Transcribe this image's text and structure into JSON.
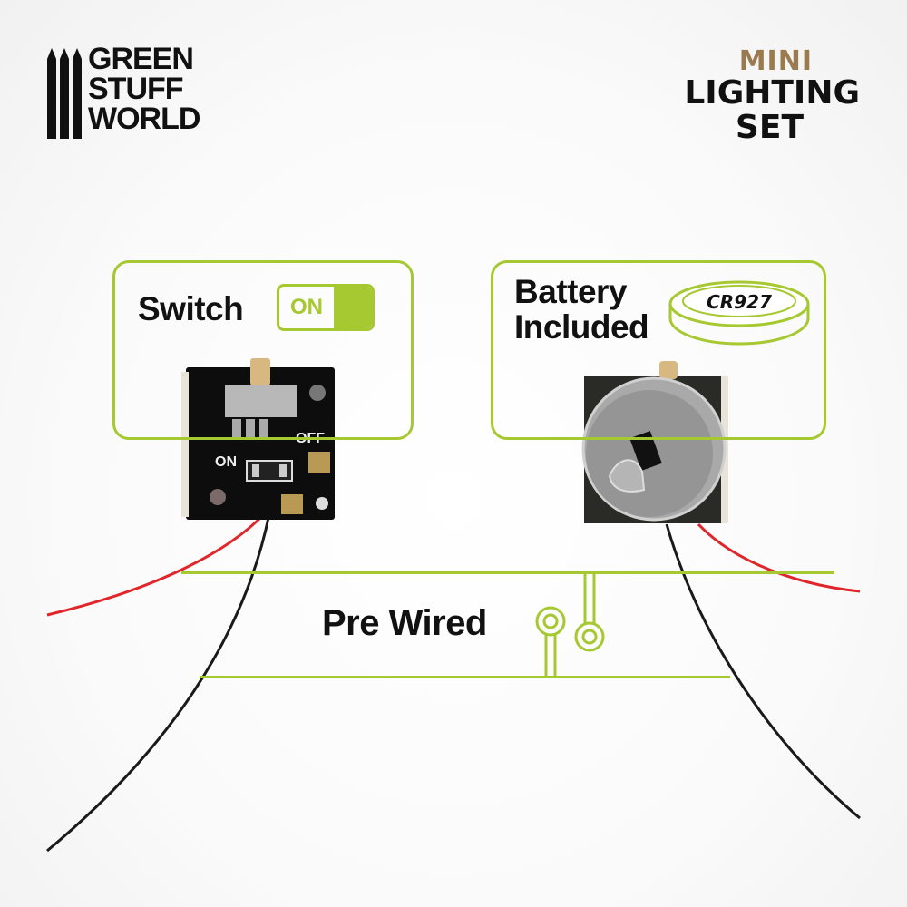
{
  "brand": {
    "logo_lines": [
      "GREEN",
      "STUFF",
      "WORLD"
    ],
    "logo_icon": "pencil-bars-icon"
  },
  "product_title": {
    "line1": "MINI",
    "line2": "LIGHTING",
    "line3": "SET",
    "accent_color": "#9a7b4f"
  },
  "features": {
    "switch": {
      "label": "Switch",
      "toggle_label": "ON",
      "toggle_state": "on",
      "icon": "toggle-switch-icon"
    },
    "battery": {
      "label_line1": "Battery",
      "label_line2": "Included",
      "battery_model": "CR927",
      "icon": "coin-cell-battery-icon"
    },
    "prewired": {
      "label": "Pre Wired",
      "icon": "circuit-pads-icon"
    }
  },
  "pcb_switch_board": {
    "silkscreen_on": "ON",
    "silkscreen_off": "OFF"
  },
  "colors": {
    "accent_green": "#a6c831",
    "text_dark": "#111111",
    "wire_red": "#e0262b",
    "wire_black": "#1a1a1a"
  }
}
